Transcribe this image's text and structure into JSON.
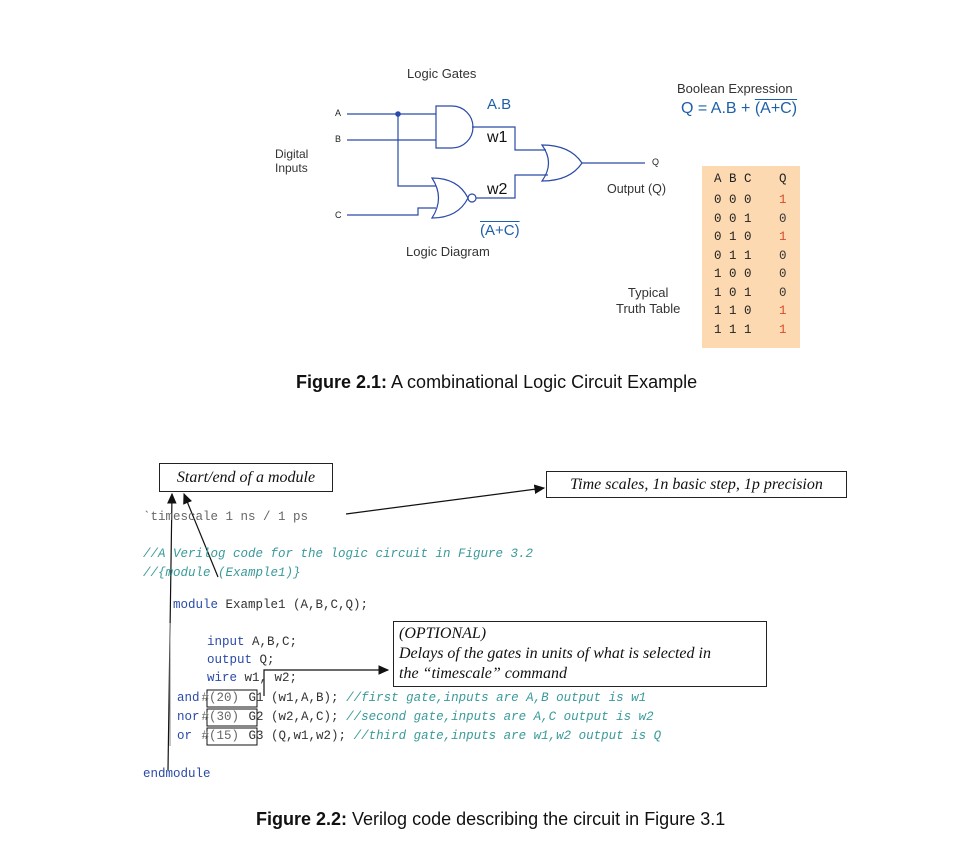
{
  "figure1": {
    "title": "Logic Gates",
    "inputs_label_line1": "Digital",
    "inputs_label_line2": "Inputs",
    "input_a": "A",
    "input_b": "B",
    "input_c": "C",
    "label_ab": "A.B",
    "label_w1": "w1",
    "label_w2": "w2",
    "label_ac": "(A+C)",
    "output_q": "Q",
    "output_label": "Output (Q)",
    "diagram_label": "Logic Diagram",
    "boolean_title": "Boolean Expression",
    "boolean_prefix": "Q = A.B + ",
    "boolean_overlined": "(A+C)",
    "truth_label_line1": "Typical",
    "truth_label_line2": "Truth Table",
    "truth_header": "A B C",
    "truth_header_q": "Q",
    "truth_rows": [
      {
        "abc": "0 0 0",
        "q": "1"
      },
      {
        "abc": "0 0 1",
        "q": "0"
      },
      {
        "abc": "0 1 0",
        "q": "1"
      },
      {
        "abc": "0 1 1",
        "q": "0"
      },
      {
        "abc": "1 0 0",
        "q": "0"
      },
      {
        "abc": "1 0 1",
        "q": "0"
      },
      {
        "abc": "1 1 0",
        "q": "1"
      },
      {
        "abc": "1 1 1",
        "q": "1"
      }
    ],
    "caption_bold": "Figure 2.1:",
    "caption_text": " A combinational Logic Circuit Example"
  },
  "figure2": {
    "note_module": "Start/end of a module",
    "note_timescale": "Time scales, 1n basic step, 1p precision",
    "note_optional_line1": "(OPTIONAL)",
    "note_optional_line2": "Delays of the gates in units of what is selected in",
    "note_optional_line3": "the “timescale” command",
    "code_timescale": "`timescale 1 ns / 1 ps",
    "code_comment1": "//A Verilog code for the logic circuit in Figure 3.2",
    "code_comment2": "//{module (Example1)}",
    "code_module_kw": "module",
    "code_module_rest": " Example1 (A,B,C,Q);",
    "code_input_kw": "input",
    "code_input_rest": " A,B,C;",
    "code_output_kw": "output",
    "code_output_rest": " Q;",
    "code_wire_kw": "wire",
    "code_wire_rest": " w1, w2;",
    "gates": [
      {
        "kw": "and",
        "delay": "#(20)",
        "rest": " G1 (w1,A,B); ",
        "comment": "//first gate,inputs are A,B output is w1"
      },
      {
        "kw": "nor",
        "delay": "#(30)",
        "rest": " G2 (w2,A,C); ",
        "comment": "//second gate,inputs are A,C output is w2"
      },
      {
        "kw": "or ",
        "delay": "#(15)",
        "rest": " G3 (Q,w1,w2); ",
        "comment": "//third gate,inputs are w1,w2 output is Q"
      }
    ],
    "code_endmodule": "endmodule",
    "caption_bold": "Figure 2.2:",
    "caption_text": " Verilog code describing the circuit in Figure 3.1"
  }
}
